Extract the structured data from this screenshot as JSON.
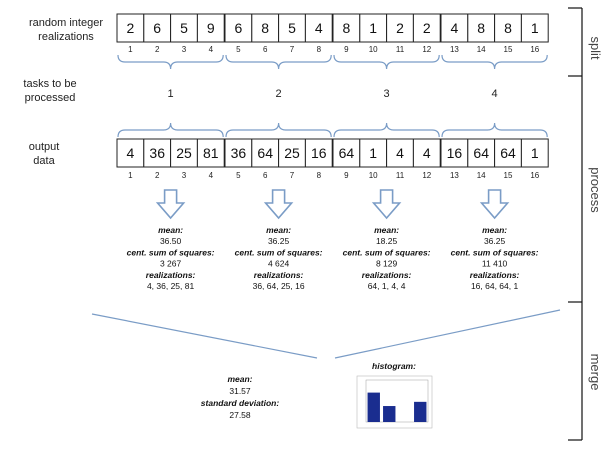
{
  "labels": {
    "row1": [
      "random integer",
      "realizations"
    ],
    "row2": [
      "tasks to be",
      "processed"
    ],
    "row3": [
      "output",
      "data"
    ]
  },
  "side_labels": {
    "split": "split",
    "process": "process",
    "merge": "merge"
  },
  "realizations": [
    2,
    6,
    5,
    9,
    6,
    8,
    5,
    4,
    8,
    1,
    2,
    2,
    4,
    8,
    8,
    1
  ],
  "outputs": [
    4,
    36,
    25,
    81,
    36,
    64,
    25,
    16,
    64,
    1,
    4,
    4,
    16,
    64,
    64,
    1
  ],
  "indices": [
    "1",
    "2",
    "3",
    "4",
    "5",
    "6",
    "7",
    "8",
    "9",
    "10",
    "11",
    "12",
    "13",
    "14",
    "15",
    "16"
  ],
  "tasks": [
    "1",
    "2",
    "3",
    "4"
  ],
  "stat_headers": {
    "mean": "mean:",
    "css": "cent. sum of squares:",
    "real": "realizations:"
  },
  "task_stats": [
    {
      "mean": "36.50",
      "css": "3 267",
      "real": "4, 36, 25, 81"
    },
    {
      "mean": "36.25",
      "css": "4 624",
      "real": "36, 64, 25, 16"
    },
    {
      "mean": "18.25",
      "css": "8 129",
      "real": "64, 1, 4, 4"
    },
    {
      "mean": "36.25",
      "css": "11 410",
      "real": "16, 64, 64, 1"
    }
  ],
  "merge": {
    "mean_label": "mean:",
    "mean": "31.57",
    "sd_label": "standard deviation:",
    "sd": "27.58",
    "histogram_label": "histogram:"
  },
  "colors": {
    "brace": "#7a9cc6",
    "arrow": "#7a9cc6",
    "histogram_bar": "#1a2d8f"
  },
  "histogram": {
    "type": "bar",
    "values": [
      0.7,
      0.38,
      0.0,
      0.48
    ],
    "ylim": [
      0,
      1
    ]
  }
}
